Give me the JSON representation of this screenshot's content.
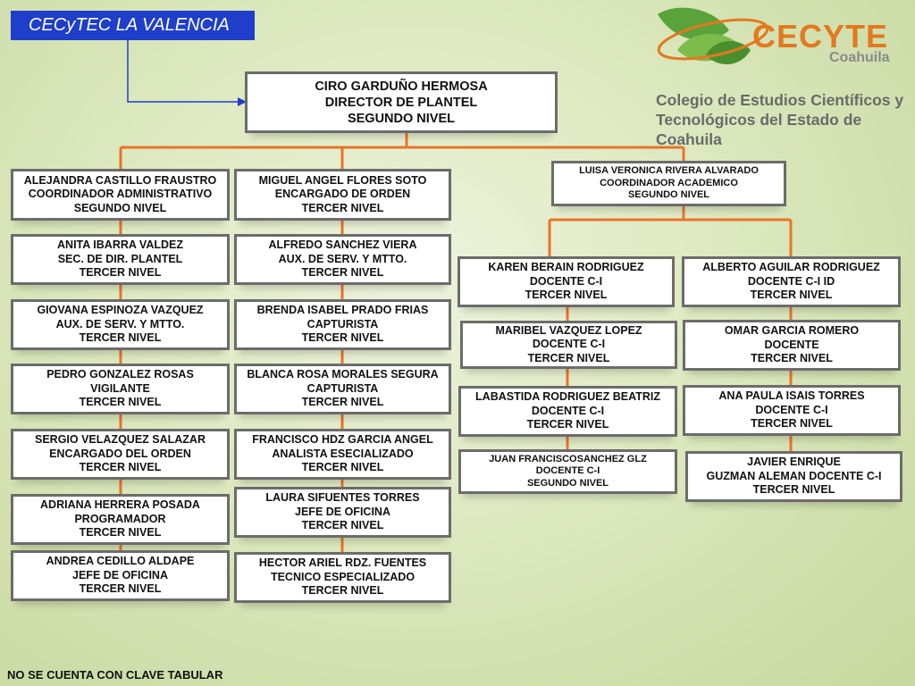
{
  "campus_label": "CECyTEC LA VALENCIA",
  "logo": {
    "wordmark": "CECYTE",
    "region": "Coahuila",
    "school_line1": "Colegio de Estudios Científicos y",
    "school_line2": "Tecnológicos del Estado de Coahuila"
  },
  "director": {
    "name": "CIRO GARDUÑO HERMOSA",
    "role": "DIRECTOR DE PLANTEL",
    "level": "SEGUNDO NIVEL"
  },
  "academic_coordinator": {
    "name": "LUISA VERONICA RIVERA ALVARADO",
    "role": "COORDINADOR ACADEMICO",
    "level": "SEGUNDO NIVEL"
  },
  "column1": [
    {
      "name": "ALEJANDRA CASTILLO FRAUSTRO",
      "role": "COORDINADOR ADMINISTRATIVO",
      "level": "SEGUNDO NIVEL"
    },
    {
      "name": "ANITA IBARRA VALDEZ",
      "role": "SEC. DE DIR. PLANTEL",
      "level": "TERCER NIVEL"
    },
    {
      "name": "GIOVANA ESPINOZA VAZQUEZ",
      "role": "AUX. DE SERV. Y MTTO.",
      "level": "TERCER NIVEL"
    },
    {
      "name": "PEDRO GONZALEZ ROSAS",
      "role": "VIGILANTE",
      "level": "TERCER NIVEL"
    },
    {
      "name": "SERGIO VELAZQUEZ SALAZAR",
      "role": "ENCARGADO DEL ORDEN",
      "level": "TERCER NIVEL"
    },
    {
      "name": "ADRIANA HERRERA POSADA",
      "role": "PROGRAMADOR",
      "level": "TERCER NIVEL"
    },
    {
      "name": "ANDREA CEDILLO ALDAPE",
      "role": "JEFE DE OFICINA",
      "level": "TERCER NIVEL"
    }
  ],
  "column2": [
    {
      "name": "MIGUEL ANGEL FLORES SOTO",
      "role": "ENCARGADO DE ORDEN",
      "level": "TERCER NIVEL"
    },
    {
      "name": "ALFREDO SANCHEZ VIERA",
      "role": "AUX. DE SERV. Y MTTO.",
      "level": "TERCER NIVEL"
    },
    {
      "name": "BRENDA ISABEL PRADO FRIAS",
      "role": "CAPTURISTA",
      "level": "TERCER NIVEL"
    },
    {
      "name": "BLANCA ROSA MORALES SEGURA",
      "role": "CAPTURISTA",
      "level": "TERCER NIVEL"
    },
    {
      "name": "FRANCISCO HDZ GARCIA ANGEL",
      "role": "ANALISTA ESECIALIZADO",
      "level": "TERCER NIVEL"
    },
    {
      "name": "LAURA SIFUENTES TORRES",
      "role": "JEFE DE OFICINA",
      "level": "TERCER NIVEL"
    },
    {
      "name": "HECTOR ARIEL RDZ. FUENTES",
      "role": "TECNICO ESPECIALIZADO",
      "level": "TERCER NIVEL"
    }
  ],
  "column3": [
    {
      "name": "KAREN BERAIN RODRIGUEZ",
      "role": "DOCENTE C-I",
      "level": "TERCER NIVEL"
    },
    {
      "name": "MARIBEL  VAZQUEZ LOPEZ",
      "role": "DOCENTE C-I",
      "level": "TERCER NIVEL"
    },
    {
      "name": "LABASTIDA RODRIGUEZ BEATRIZ",
      "role": "DOCENTE C-I",
      "level": "TERCER NIVEL"
    },
    {
      "name": "JUAN FRANCISCOSANCHEZ GLZ",
      "role": "DOCENTE C-I",
      "level": "SEGUNDO NIVEL"
    }
  ],
  "column4": [
    {
      "name": "ALBERTO AGUILAR RODRIGUEZ",
      "role": "DOCENTE C-I ID",
      "level": "TERCER NIVEL"
    },
    {
      "name": "OMAR GARCIA ROMERO",
      "role": "DOCENTE",
      "level": "TERCER NIVEL"
    },
    {
      "name": "ANA PAULA ISAIS TORRES",
      "role": "DOCENTE C-I",
      "level": "TERCER NIVEL"
    },
    {
      "name": "JAVIER ENRIQUE",
      "role": "GUZMAN ALEMAN DOCENTE C-I",
      "level": "TERCER NIVEL"
    }
  ],
  "footer_note": "NO SE CUENTA CON CLAVE TABULAR",
  "colors": {
    "connector": "#e8742a",
    "campus_bg": "#1f3ec9",
    "arrow": "#1f3ec9",
    "logo_orange": "#e3791f",
    "logo_green": "#5aa33a"
  }
}
